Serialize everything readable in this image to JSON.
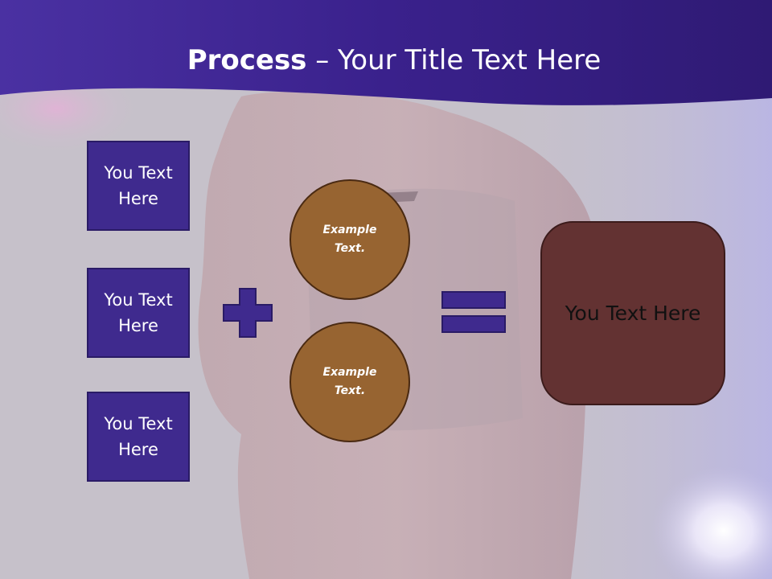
{
  "slide": {
    "title_bold": "Process",
    "title_rest": " – Your Title Text Here",
    "boxes": [
      {
        "label": "You Text Here"
      },
      {
        "label": "You Text Here"
      },
      {
        "label": "You Text Here"
      }
    ],
    "circles": [
      {
        "label": "Example Text."
      },
      {
        "label": "Example Text."
      }
    ],
    "result_label": "You Text Here",
    "colors": {
      "header": "#3d2490",
      "box_fill": "#3f2a8e",
      "circle_fill": "#976431",
      "result_fill": "#633232",
      "symbol_fill": "#3f2a8e"
    },
    "icons": [
      "plus-icon",
      "equals-icon"
    ]
  }
}
